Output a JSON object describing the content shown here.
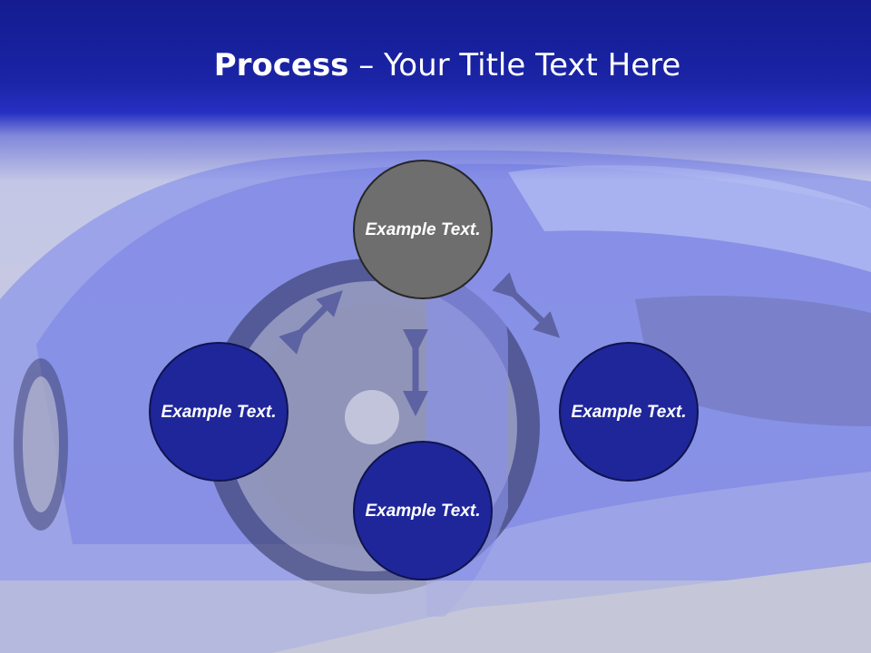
{
  "title": {
    "bold": "Process",
    "rest": " – Your Title Text Here"
  },
  "nodes": [
    {
      "text": "Example Text.",
      "style": "gray"
    },
    {
      "text": "Example Text.",
      "style": "blue"
    },
    {
      "text": "Example Text.",
      "style": "blue"
    },
    {
      "text": "Example Text.",
      "style": "blue"
    }
  ],
  "colors": {
    "title_band": "#1a24a6",
    "node_blue": "#1f269a",
    "node_gray": "#6e6e6e",
    "arrow": "#5d62a3"
  }
}
